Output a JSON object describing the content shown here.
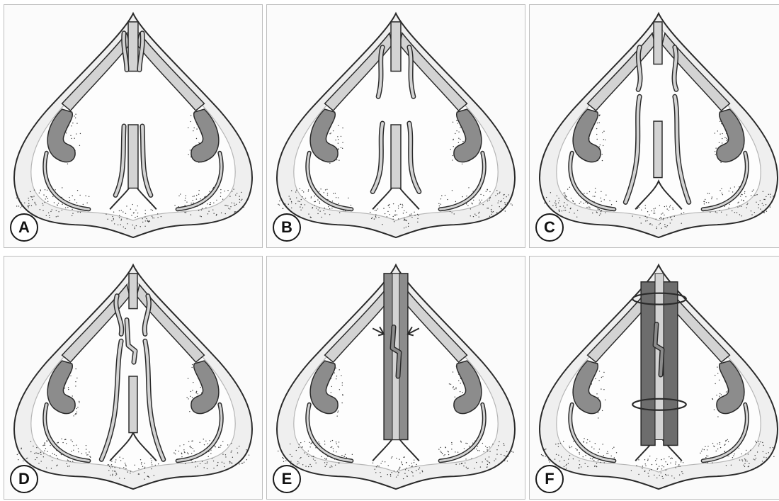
{
  "panels": [
    {
      "label": "A",
      "stage": "intact-septum"
    },
    {
      "label": "B",
      "stage": "septum-cuts"
    },
    {
      "label": "C",
      "stage": "septal-flaps-elevated"
    },
    {
      "label": "D",
      "stage": "flaps-interlocked"
    },
    {
      "label": "E",
      "stage": "flaps-apposed-with-arrows"
    },
    {
      "label": "F",
      "stage": "splinted-with-sutures"
    }
  ],
  "colors": {
    "outline": "#2a2a2a",
    "mucosa_fill": "#d3d3d3",
    "mucosa_dark": "#8c8c8c",
    "stipple": "#3a3a3a",
    "soft_tissue": "#efefef",
    "splint": "#6d6d6d"
  }
}
